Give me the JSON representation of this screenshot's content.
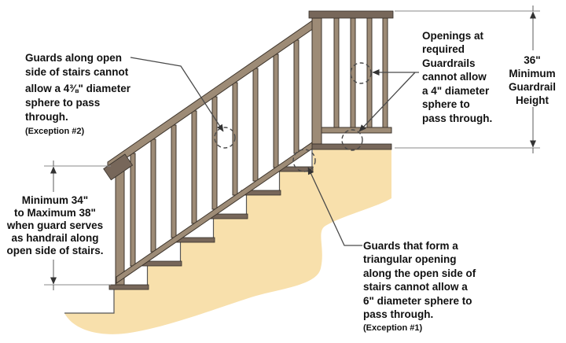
{
  "colors": {
    "ground_fill": "#F8E0AC",
    "wood_light": "#9D8B76",
    "wood_dark": "#77675A",
    "outline": "#332E28",
    "text": "#111111",
    "leader_line": "#4a4a4a"
  },
  "annotations": {
    "guard_open_side": {
      "lines": [
        "Guards along open",
        "side of stairs cannot",
        "allow a 4⅜\" diameter",
        "sphere to pass",
        "through."
      ],
      "exception": "(Exception #2)"
    },
    "openings_guardrails": {
      "lines": [
        "Openings at",
        "required",
        "Guardrails",
        "cannot allow",
        "a 4\" diameter",
        "sphere to",
        "pass through."
      ]
    },
    "triangular_opening": {
      "lines": [
        "Guards that form a",
        "triangular opening",
        "along the open side of",
        "stairs cannot allow a",
        "6\" diameter sphere to",
        "pass through."
      ],
      "exception": "(Exception #1)"
    },
    "handrail_height_dim": {
      "lines": [
        "Minimum 34\"",
        "to Maximum 38\"",
        "when guard serves",
        "as handrail along",
        "open side of stairs."
      ]
    },
    "guardrail_height_dim": {
      "lines": [
        "36\"",
        "Minimum",
        "Guardrail",
        "Height"
      ]
    }
  }
}
